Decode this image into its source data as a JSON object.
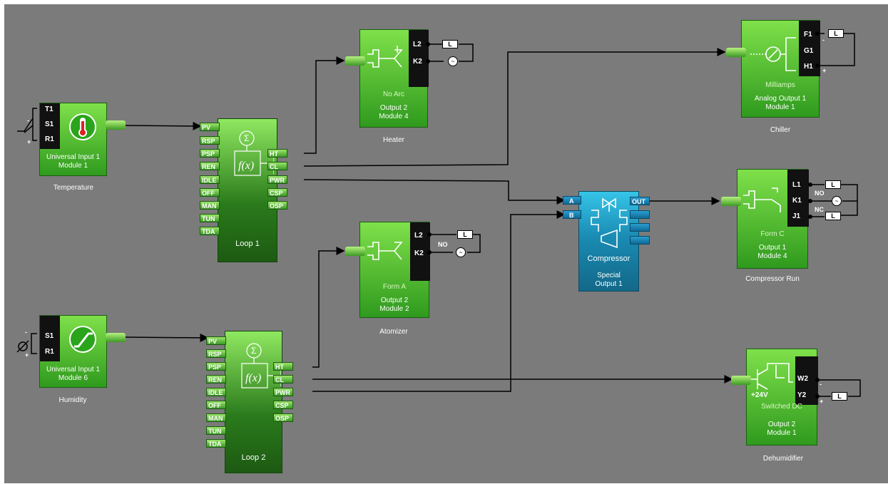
{
  "in1": {
    "terms": [
      "T1",
      "S1",
      "R1"
    ],
    "title": "Universal Input 1",
    "module": "Module 1",
    "caption": "Temperature",
    "minus": "-",
    "plus": "+"
  },
  "in2": {
    "terms": [
      "S1",
      "R1"
    ],
    "title": "Universal Input 1",
    "module": "Module 6",
    "caption": "Humidity",
    "minus": "-",
    "plus": "+"
  },
  "loop1": {
    "label": "Loop 1",
    "inputs": [
      "PV",
      "RSP",
      "PSP",
      "REN",
      "IDLE",
      "OFF",
      "MAN",
      "TUN",
      "TDA"
    ],
    "outputs": [
      "HT",
      "CL",
      "PWR",
      "CSP",
      "OSP"
    ],
    "fx": "f(x)",
    "sigma": "Σ"
  },
  "loop2": {
    "label": "Loop 2",
    "inputs": [
      "PV",
      "RSP",
      "PSP",
      "REN",
      "IDLE",
      "OFF",
      "MAN",
      "TUN",
      "TDA"
    ],
    "outputs": [
      "HT",
      "CL",
      "PWR",
      "CSP",
      "OSP"
    ],
    "fx": "f(x)",
    "sigma": "Σ"
  },
  "heater": {
    "terms": [
      "L2",
      "K2"
    ],
    "mode": "No Arc",
    "title": "Output 2",
    "module": "Module 4",
    "caption": "Heater",
    "load": "L"
  },
  "atomizer": {
    "terms": [
      "L2",
      "K2"
    ],
    "mode": "Form A",
    "title": "Output 2",
    "module": "Module 2",
    "caption": "Atomizer",
    "load": "L",
    "no": "NO"
  },
  "chiller": {
    "terms": [
      "F1",
      "G1",
      "H1"
    ],
    "mode": "Milliamps",
    "title": "Analog Output 1",
    "module": "Module 1",
    "caption": "Chiller",
    "load": "L",
    "minus": "-",
    "plus": "+"
  },
  "compressor_run": {
    "terms": [
      "L1",
      "K1",
      "J1"
    ],
    "mode": "Form C",
    "title": "Output 1",
    "module": "Module 4",
    "caption": "Compressor Run",
    "load": "L",
    "no": "NO",
    "nc": "NC"
  },
  "dehumidifier": {
    "terms": [
      "W2",
      "Y2"
    ],
    "mode": "Switched DC",
    "v24": "+24V",
    "title": "Output 2",
    "module": "Module 1",
    "caption": "Dehumidifier",
    "load": "L",
    "minus": "-",
    "plus": "+"
  },
  "special": {
    "name": "Compressor",
    "title": "Special",
    "output": "Output 1",
    "inputs": [
      "A",
      "B"
    ],
    "out": "OUT"
  }
}
